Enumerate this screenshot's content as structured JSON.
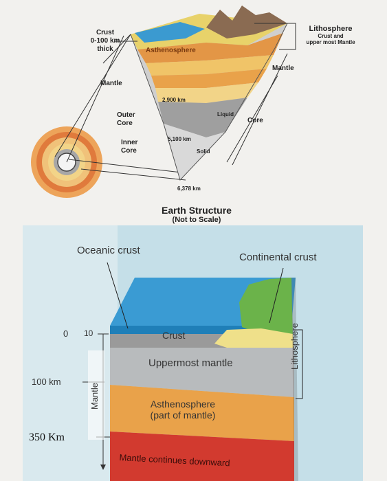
{
  "top_diagram": {
    "crust_label": "Crust",
    "crust_thickness": "0-100 km",
    "crust_thick_word": "thick",
    "asthenosphere": "Asthenosphere",
    "lithosphere_title": "Lithosphere",
    "lithosphere_sub1": "Crust and",
    "lithosphere_sub2": "upper most Mantle",
    "mantle_right": "Mantle",
    "mantle_left": "Mantle",
    "depth_2900": "2,900 km",
    "liquid": "Liquid",
    "core_right": "Core",
    "outer_core_1": "Outer",
    "outer_core_2": "Core",
    "depth_5100": "5,100 km",
    "inner_core_1": "Inner",
    "inner_core_2": "Core",
    "solid": "Solid",
    "depth_6378": "6,378 km",
    "title": "Earth Structure",
    "subtitle": "(Not to Scale)"
  },
  "bottom_diagram": {
    "oceanic_crust": "Oceanic crust",
    "continental_crust": "Continental crust",
    "tick_0": "0",
    "tick_10": "10",
    "crust": "Crust",
    "uppermost_mantle": "Uppermost mantle",
    "lithosphere": "Lithosphere",
    "tick_100": "100 km",
    "mantle_vertical": "Mantle",
    "asthenosphere_1": "Asthenosphere",
    "asthenosphere_2": "(part of mantle)",
    "tick_350": "350 Km",
    "mantle_continues": "Mantle continues downward"
  },
  "colors": {
    "page_bg": "#f2f1ee",
    "panel_bg": "#c5dfe8",
    "ocean": "#2f8fc8",
    "continent": "#6bb34a",
    "crust_grey": "#8f8f8f",
    "uppermost_mantle": "#b9bcbe",
    "asthenosphere": "#e9a24a",
    "deep_mantle": "#d23a2f",
    "outer_core": "#b7b7b7",
    "inner_core": "#e2e2e2"
  }
}
